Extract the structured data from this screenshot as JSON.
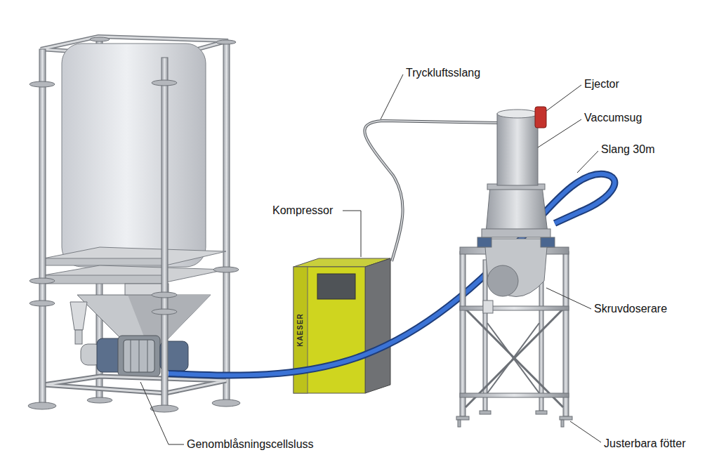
{
  "diagram": {
    "labels": [
      "Tryckluftsslang",
      "Ejector",
      "Vaccumsug",
      "Slang 30m",
      "Kompressor",
      "KAESER",
      "Skruvdoserare",
      "Genomblåsningscellsluss",
      "Justerbara fötter"
    ]
  }
}
